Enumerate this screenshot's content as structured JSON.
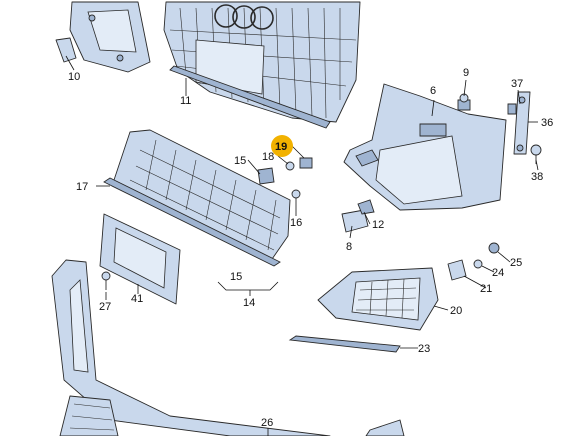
{
  "diagram": {
    "part_numbers": {
      "p6": "6",
      "p8": "8",
      "p9": "9",
      "p10": "10",
      "p11": "11",
      "p12": "12",
      "p14": "14",
      "p15a": "15",
      "p15b": "15",
      "p16": "16",
      "p17": "17",
      "p18": "18",
      "p19": "19",
      "p20": "20",
      "p21": "21",
      "p23": "23",
      "p24": "24",
      "p25": "25",
      "p26": "26",
      "p27": "27",
      "p36": "36",
      "p37": "37",
      "p38": "38",
      "p41": "41"
    },
    "highlighted_part": "19",
    "colors": {
      "highlight": "#f2b200",
      "part_fill": "#c9d8ec",
      "outline": "#2a2a2a"
    }
  }
}
